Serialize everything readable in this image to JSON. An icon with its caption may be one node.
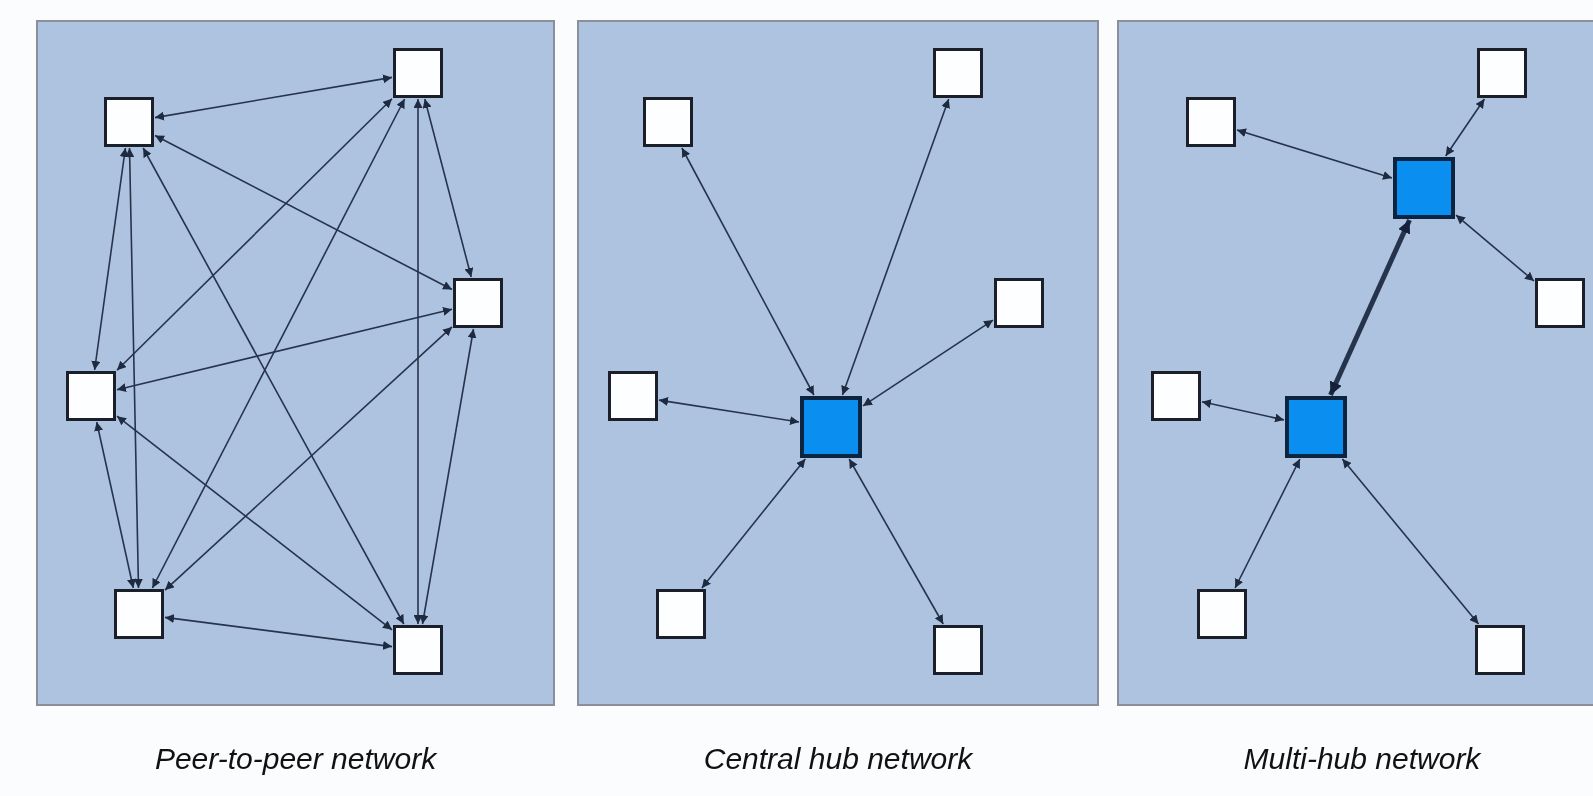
{
  "diagram": {
    "nodes": [
      {
        "text": [
          "Peer-to-peer network"
        ]
      },
      {
        "text": [],
        "shape": "box",
        "in": 0
      },
      {
        "text": [],
        "shape": "box",
        "in": 0
      },
      {
        "text": [],
        "shape": "box",
        "in": 0
      },
      {
        "text": [],
        "shape": "box",
        "in": 0
      },
      {
        "text": [],
        "shape": "box",
        "in": 0
      },
      {
        "text": [],
        "shape": "box",
        "in": 0
      },
      {
        "text": [
          "Central hub network"
        ]
      },
      {
        "text": [],
        "shape": "box",
        "in": 7
      },
      {
        "text": [],
        "shape": "box",
        "in": 7
      },
      {
        "text": [],
        "shape": "box",
        "in": 7
      },
      {
        "text": [],
        "shape": "box",
        "in": 7
      },
      {
        "text": [],
        "shape": "box",
        "in": 7
      },
      {
        "text": [],
        "shape": "box",
        "in": 7
      },
      {
        "text": [],
        "shape": "box",
        "in": 7
      },
      {
        "text": [
          "Multi-hub network"
        ]
      },
      {
        "text": [],
        "shape": "box",
        "in": 15
      },
      {
        "text": [],
        "shape": "box",
        "in": 15
      },
      {
        "text": [],
        "shape": "box",
        "in": 15
      },
      {
        "text": [],
        "shape": "box",
        "in": 15
      },
      {
        "text": [],
        "shape": "box",
        "in": 15
      },
      {
        "text": [],
        "shape": "box",
        "in": 15
      },
      {
        "text": [],
        "shape": "box",
        "in": 15
      },
      {
        "text": [],
        "shape": "box",
        "in": 15
      }
    ],
    "edges": [
      {
        "from": 1,
        "to": 2,
        "arrow": "both"
      },
      {
        "from": 1,
        "to": 3,
        "arrow": "both"
      },
      {
        "from": 1,
        "to": 4,
        "arrow": "both"
      },
      {
        "from": 1,
        "to": 5,
        "arrow": "both"
      },
      {
        "from": 1,
        "to": 6,
        "arrow": "both"
      },
      {
        "from": 2,
        "to": 3,
        "arrow": "both"
      },
      {
        "from": 2,
        "to": 4,
        "arrow": "both"
      },
      {
        "from": 2,
        "to": 5,
        "arrow": "both"
      },
      {
        "from": 2,
        "to": 6,
        "arrow": "both"
      },
      {
        "from": 3,
        "to": 4,
        "arrow": "both"
      },
      {
        "from": 3,
        "to": 5,
        "arrow": "both"
      },
      {
        "from": 3,
        "to": 6,
        "arrow": "both"
      },
      {
        "from": 4,
        "to": 5,
        "arrow": "both"
      },
      {
        "from": 4,
        "to": 6,
        "arrow": "both"
      },
      {
        "from": 5,
        "to": 6,
        "arrow": "both"
      },
      {
        "from": 12,
        "to": 8,
        "arrow": "both"
      },
      {
        "from": 12,
        "to": 9,
        "arrow": "both"
      },
      {
        "from": 12,
        "to": 10,
        "arrow": "both"
      },
      {
        "from": 12,
        "to": 11,
        "arrow": "both"
      },
      {
        "from": 12,
        "to": 13,
        "arrow": "both"
      },
      {
        "from": 12,
        "to": 14,
        "arrow": "both"
      },
      {
        "from": 18,
        "to": 16,
        "arrow": "both"
      },
      {
        "from": 18,
        "to": 17,
        "arrow": "both"
      },
      {
        "from": 18,
        "to": 19,
        "arrow": "both"
      },
      {
        "from": 18,
        "to": 21,
        "arrow": "both",
        "style": "thick"
      },
      {
        "from": 21,
        "to": 20,
        "arrow": "both"
      },
      {
        "from": 21,
        "to": 22,
        "arrow": "both"
      },
      {
        "from": 21,
        "to": 23,
        "arrow": "both"
      }
    ]
  }
}
